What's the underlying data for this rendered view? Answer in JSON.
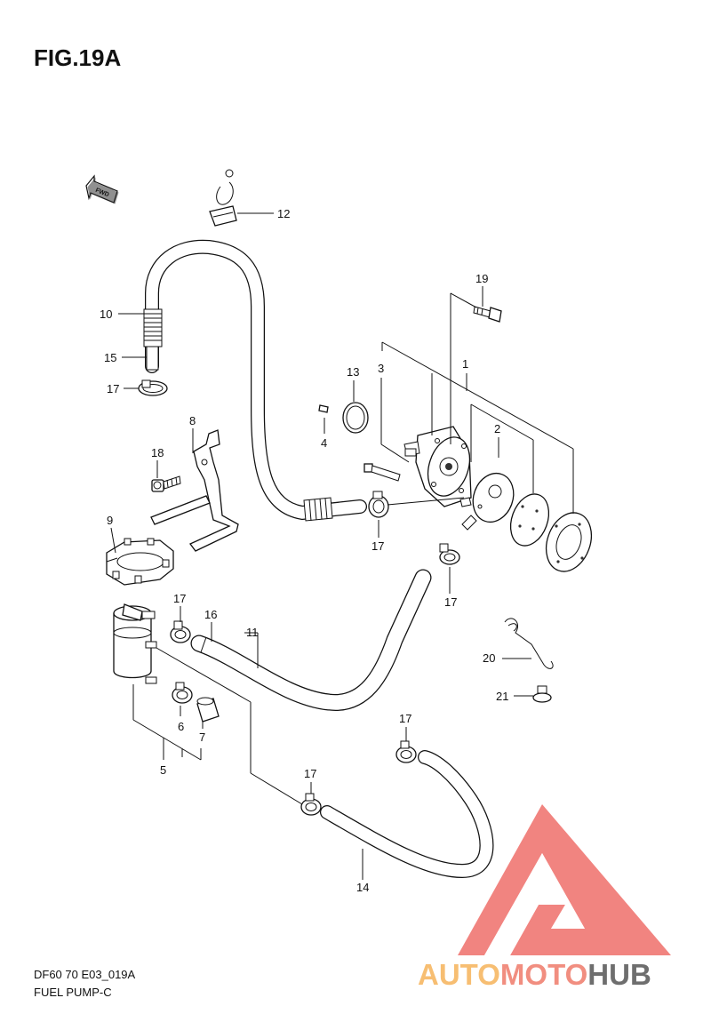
{
  "figure": {
    "title": "FIG.19A",
    "fwd_label": "FWD",
    "model_code": "DF60 70 E03_019A",
    "caption": "FUEL PUMP-C"
  },
  "callouts": {
    "p1": "1",
    "p2": "2",
    "p3": "3",
    "p4": "4",
    "p5": "5",
    "p6": "6",
    "p7": "7",
    "p8": "8",
    "p9": "9",
    "p10": "10",
    "p11": "11",
    "p12": "12",
    "p13": "13",
    "p14": "14",
    "p15": "15",
    "p16": "16",
    "p17": "17",
    "p18": "18",
    "p19": "19",
    "p20": "20",
    "p21": "21"
  },
  "watermark": {
    "part_a": "AUTO",
    "part_b": "MOTO",
    "part_c": "HUB",
    "color_a": "#f6b35a",
    "color_b": "#ef7b6a",
    "color_c": "#555555",
    "triangle_color": "#ef6f6a"
  }
}
